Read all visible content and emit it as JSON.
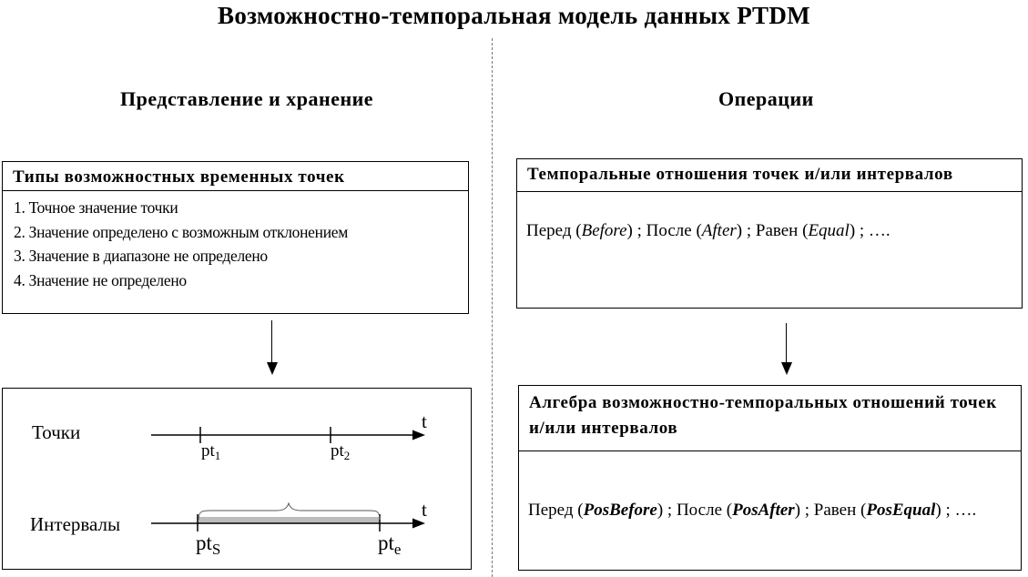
{
  "title": "Возможностно-темпоральная модель данных PTDM",
  "left": {
    "heading": "Представление и хранение",
    "types_box": {
      "header": "Типы возможностных временных точек",
      "items": [
        "1. Точное значение точки",
        "2. Значение определено с возможным отклонением",
        "3. Значение в диапазоне не определено",
        "4. Значение не определено"
      ]
    },
    "timeline_box": {
      "points_label": "Точки",
      "intervals_label": "Интервалы",
      "axis_label": "t",
      "pt": "pt",
      "pt1_sub": "1",
      "pt2_sub": "2",
      "pts_sub": "S",
      "pte_sub": "e"
    }
  },
  "right": {
    "heading": "Операции",
    "relations_box": {
      "header": "Темпоральные отношения точек и/или интервалов",
      "before_ru": "Перед (",
      "before_en": "Before",
      "after_ru": ") ; После (",
      "after_en": "After",
      "equal_ru": ") ; Равен (",
      "equal_en": "Equal",
      "tail": ") ; …."
    },
    "algebra_box": {
      "header": "Алгебра возможностно-темпоральных отношений точек и/или интервалов",
      "before_ru": "Перед (",
      "before_en": "PosBefore",
      "after_ru": ") ; После (",
      "after_en": "PosAfter",
      "equal_ru": ") ; Равен (",
      "equal_en": "PosEqual",
      "tail": ") ; …."
    }
  }
}
